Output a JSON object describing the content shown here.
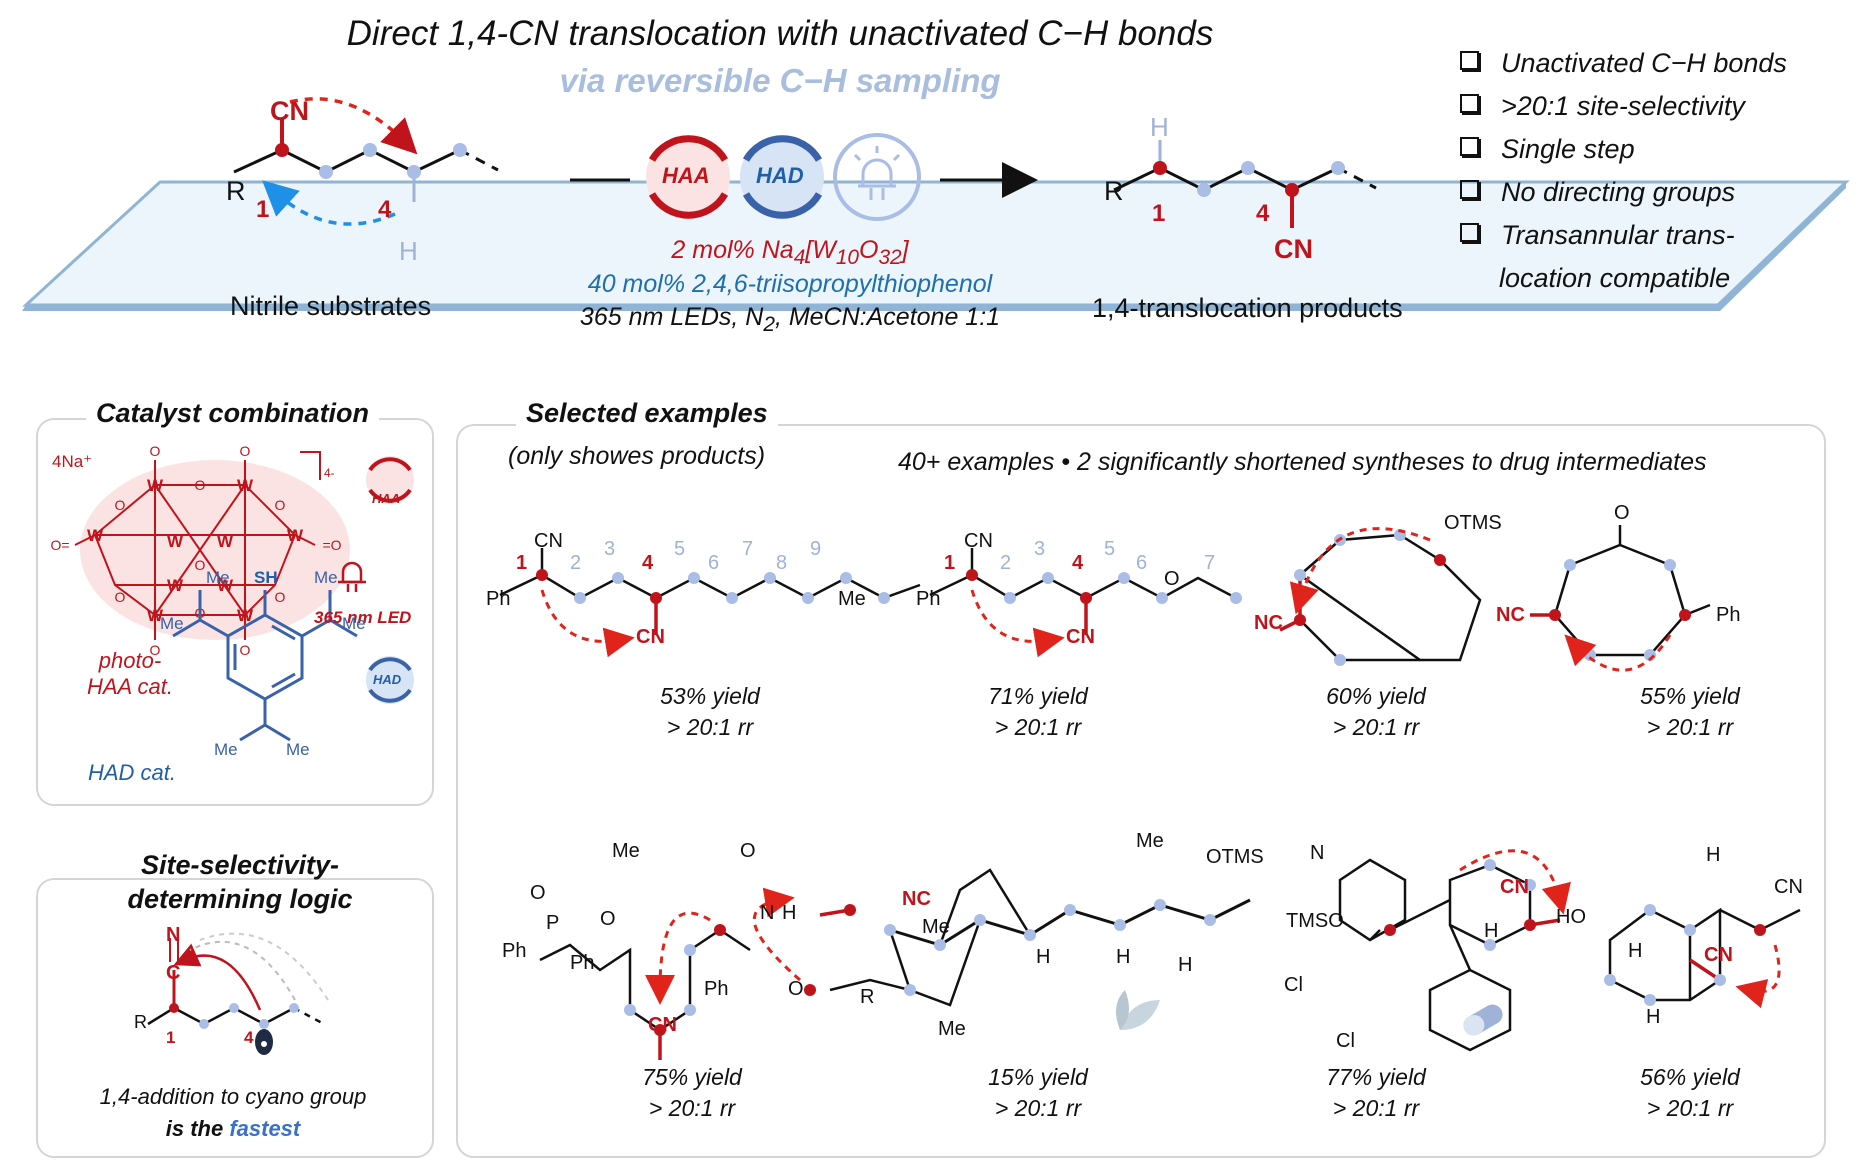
{
  "header": {
    "title": "Direct 1,4-CN translocation with unactivated C−H bonds",
    "subtitle": "via reversible C−H sampling"
  },
  "features": [
    "Unactivated C−H bonds",
    ">20:1 site-selectivity",
    "Single step",
    "No directing groups",
    "Transannular trans-",
    "location compatible"
  ],
  "scheme": {
    "substrate_label": "Nitrile substrates",
    "product_label": "1,4-translocation products",
    "haa": "HAA",
    "had": "HAD",
    "cond1": "2 mol% Na",
    "cond1_sub4": "4",
    "cond1_w": "[W",
    "cond1_sub10": "10",
    "cond1_o": "O",
    "cond1_sub32": "32",
    "cond1_end": "]",
    "cond2": "40 mol% 2,4,6-triisopropylthiophenol",
    "cond3a": "365 nm LEDs, N",
    "cond3_sub": "2",
    "cond3b": ", MeCN:Acetone 1:1",
    "atom_cn": "CN",
    "atom_r": "R",
    "atom_h": "H",
    "pos1": "1",
    "pos4": "4"
  },
  "catalyst_panel": {
    "title": "Catalyst combination",
    "counterion": "4Na⁺",
    "charge": "4-",
    "led": "365 nm LED",
    "photo1": "photo-",
    "photo2": "HAA cat.",
    "had_cat": "HAD cat.",
    "haa": "HAA",
    "had": "HAD",
    "sh": "SH",
    "me": "Me"
  },
  "logic_panel": {
    "title1": "Site-selectivity-",
    "title2": "determining logic",
    "caption1": "1,4-addition to cyano group",
    "caption2a": "is the ",
    "caption2b": "fastest",
    "n": "N",
    "c": "C",
    "r": "R",
    "p1": "1",
    "p4": "4"
  },
  "examples_panel": {
    "title": "Selected examples",
    "note": "(only showes products)",
    "summary": "40+ examples • 2 significantly shortened syntheses to drug intermediates",
    "examples": [
      {
        "yield": "53% yield",
        "rr": "> 20:1 rr"
      },
      {
        "yield": "71% yield",
        "rr": "> 20:1 rr"
      },
      {
        "yield": "60% yield",
        "rr": "> 20:1 rr"
      },
      {
        "yield": "55% yield",
        "rr": "> 20:1 rr"
      },
      {
        "yield": "75% yield",
        "rr": "> 20:1 rr"
      },
      {
        "yield": "15% yield",
        "rr": "> 20:1 rr"
      },
      {
        "yield": "77% yield",
        "rr": "> 20:1 rr"
      },
      {
        "yield": "56% yield",
        "rr": "> 20:1 rr"
      }
    ],
    "labels": {
      "ph": "Ph",
      "cn": "CN",
      "me": "Me",
      "o": "O",
      "otms": "OTMS",
      "tms": "TMSO",
      "nc": "NC",
      "h": "H",
      "n": "N",
      "p": "P",
      "cl": "Cl",
      "ho": "HO",
      "r": "R",
      "n1": "1",
      "n2": "2",
      "n3": "3",
      "n4": "4",
      "n5": "5",
      "n6": "6",
      "n7": "7",
      "n8": "8",
      "n9": "9"
    }
  },
  "colors": {
    "red": "#c0141c",
    "blue": "#1f5fa6",
    "pale_blue": "#9fb3d9",
    "dot": "#a9bde6",
    "platform": "#eaf4fb"
  }
}
